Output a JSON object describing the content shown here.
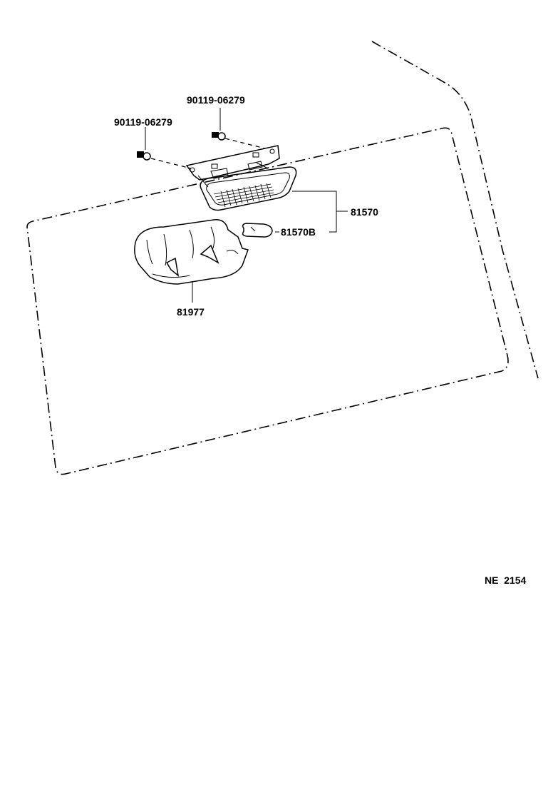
{
  "parts": {
    "bolt_upper": "90119-06279",
    "bolt_left": "90119-06279",
    "lamp_assy": "81570",
    "bulb": "81570B",
    "cover": "81977"
  },
  "reference": "NE  2154"
}
